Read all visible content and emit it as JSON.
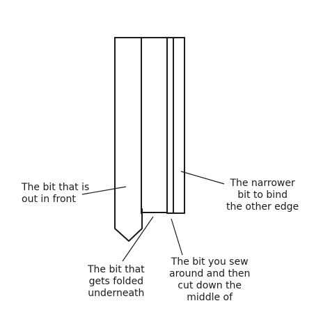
{
  "labels": {
    "front": "The bit that is\nout in front",
    "narrow": "The narrower\nbit to bind\nthe other edge",
    "folded": "The bit that\ngets folded\nunderneath",
    "sew": "The bit you sew\naround and then\ncut down the\nmiddle of"
  }
}
